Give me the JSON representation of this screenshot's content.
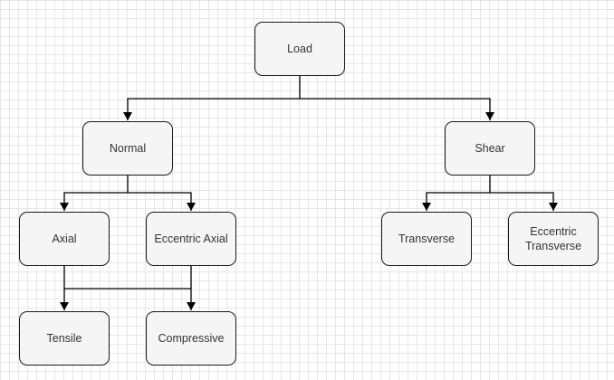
{
  "diagram": {
    "nodes": {
      "load": "Load",
      "normal": "Normal",
      "shear": "Shear",
      "axial": "Axial",
      "eccentric_axial": "Eccentric Axial",
      "transverse": "Transverse",
      "eccentric_transverse_line1": "Eccentric",
      "eccentric_transverse_line2": "Transverse",
      "tensile": "Tensile",
      "compressive": "Compressive"
    },
    "edges": [
      [
        "load",
        "normal"
      ],
      [
        "load",
        "shear"
      ],
      [
        "normal",
        "axial"
      ],
      [
        "normal",
        "eccentric_axial"
      ],
      [
        "shear",
        "transverse"
      ],
      [
        "shear",
        "eccentric_transverse"
      ],
      [
        "axial",
        "tensile"
      ],
      [
        "axial",
        "compressive"
      ],
      [
        "eccentric_axial",
        "tensile"
      ],
      [
        "eccentric_axial",
        "compressive"
      ]
    ]
  },
  "colors": {
    "node_fill": "#f5f5f5",
    "node_border": "#1a1a1a",
    "edge": "#000000",
    "grid": "#e6e6e6"
  }
}
